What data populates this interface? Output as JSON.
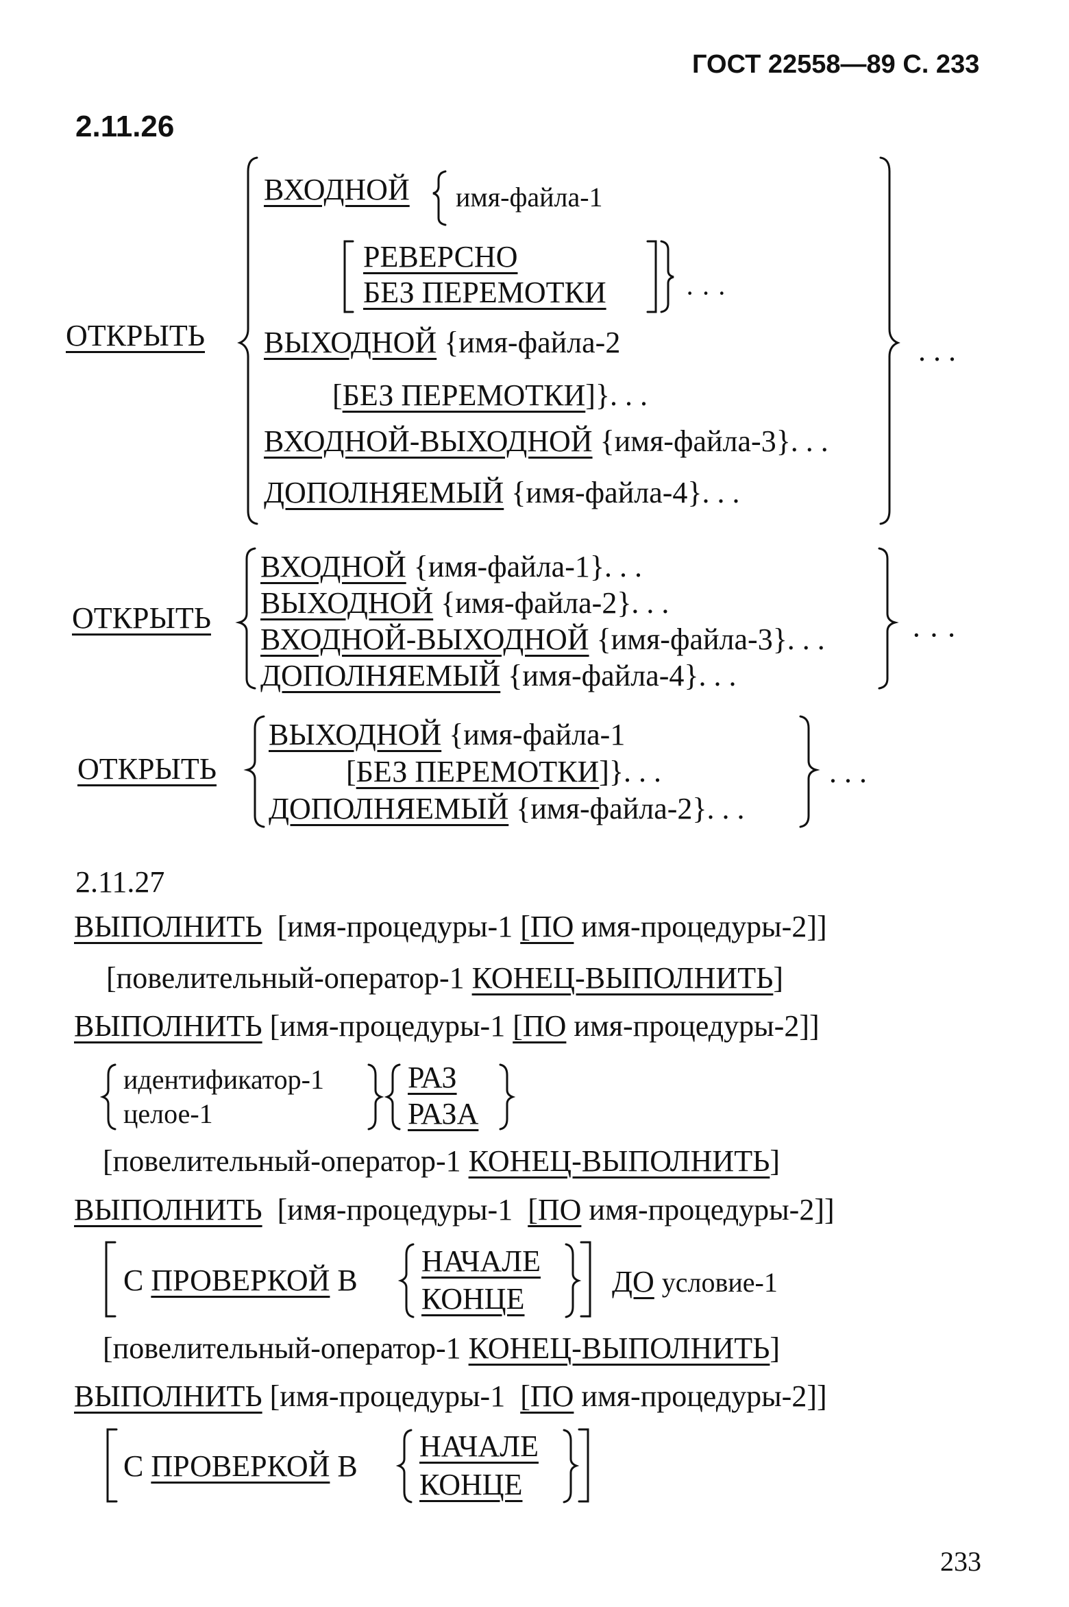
{
  "header": {
    "standard": "ГОСТ 22558—89",
    "page_label": "С. 233"
  },
  "sections": [
    {
      "number": "2.11.26",
      "formats": [
        {
          "verb": "ОТКРЫТЬ",
          "l1_kw": "ВХОДНОЙ",
          "l1_tx": "имя-файла-1",
          "l2_kw": "РЕВЕРСНО",
          "l3_kw": "БЕЗ ПЕРЕМОТКИ",
          "l3_tx": "· · ·",
          "l4_kw": "ВЫХОДНОЙ",
          "l4_tx": "{имя-файла-2",
          "l5_pre": "[",
          "l5_kw": "БЕЗ ПЕРЕМОТКИ",
          "l5_tx": "]}. . .",
          "l6_kw": "ВХОДНОЙ-ВЫХОДНОЙ",
          "l6_tx": "{имя-файла-3}. . .",
          "l7_kw": "ДОПОЛНЯЕМЫЙ",
          "l7_tx": "{имя-файла-4}. . .",
          "ellipsis": ". . ."
        },
        {
          "verb": "ОТКРЫТЬ",
          "l1_kw": "ВХОДНОЙ",
          "l1_tx": "{имя-файла-1}. . .",
          "l2_kw": "ВЫХОДНОЙ",
          "l2_tx": "{имя-файла-2}. . .",
          "l3_kw": "ВХОДНОЙ-ВЫХОДНОЙ",
          "l3_tx": "{имя-файла-3}. . .",
          "l4_kw": "ДОПОЛНЯЕМЫЙ",
          "l4_tx": "{имя-файла-4}. . .",
          "ellipsis": "· · ·"
        },
        {
          "verb": "ОТКРЫТЬ",
          "l1_kw": "ВЫХОДНОЙ",
          "l1_tx": "{имя-файла-1",
          "l2_pre": "[",
          "l2_kw": "БЕЗ ПЕРЕМОТКИ",
          "l2_tx": "]}. . .",
          "l3_kw": "ДОПОЛНЯЕМЫЙ",
          "l3_tx": "{имя-файла-2}. . .",
          "ellipsis": ". . ."
        }
      ]
    },
    {
      "number": "2.11.27",
      "formats": [
        {
          "verb": "ВЫПОЛНИТЬ",
          "args_a": "[имя-процедуры-1",
          "args_kw": "[ПО",
          "args_b": "имя-процедуры-2]]",
          "stmt_a": "[повелительный-оператор-1",
          "stmt_kw": "КОНЕЦ-ВЫПОЛНИТЬ",
          "stmt_b": "]"
        },
        {
          "verb": "ВЫПОЛНИТЬ",
          "args_a": "[имя-процедуры-1",
          "args_kw": "[ПО",
          "args_b": "имя-процедуры-2]]",
          "opt1": "идентификатор-1",
          "opt2": "целое-1",
          "kw1": "РАЗ",
          "kw2": "РАЗА",
          "stmt_a": "[повелительный-оператор-1",
          "stmt_kw": "КОНЕЦ-ВЫПОЛНИТЬ",
          "stmt_b": "]"
        },
        {
          "verb": "ВЫПОЛНИТЬ",
          "args_a": "[имя-процедуры-1",
          "args_kw": "[ПО",
          "args_b": "имя-процедуры-2]]",
          "with_a": "С",
          "with_kw": "ПРОВЕРКОЙ",
          "with_b": "В",
          "kw1": "НАЧАЛЕ",
          "kw2": "КОНЦЕ",
          "until_kw": "ДО",
          "until_tx": "условие-1",
          "stmt_a": "[повелительный-оператор-1",
          "stmt_kw": "КОНЕЦ-ВЫПОЛНИТЬ",
          "stmt_b": "]"
        },
        {
          "verb": "ВЫПОЛНИТЬ",
          "args_a": "[имя-процедуры-1",
          "args_kw": "[ПО",
          "args_b": "имя-процедуры-2]]",
          "with_a": "С",
          "with_kw": "ПРОВЕРКОЙ",
          "with_b": "В",
          "kw1": "НАЧАЛЕ",
          "kw2": "КОНЦЕ"
        }
      ]
    }
  ],
  "footer": {
    "page_number": "233"
  }
}
